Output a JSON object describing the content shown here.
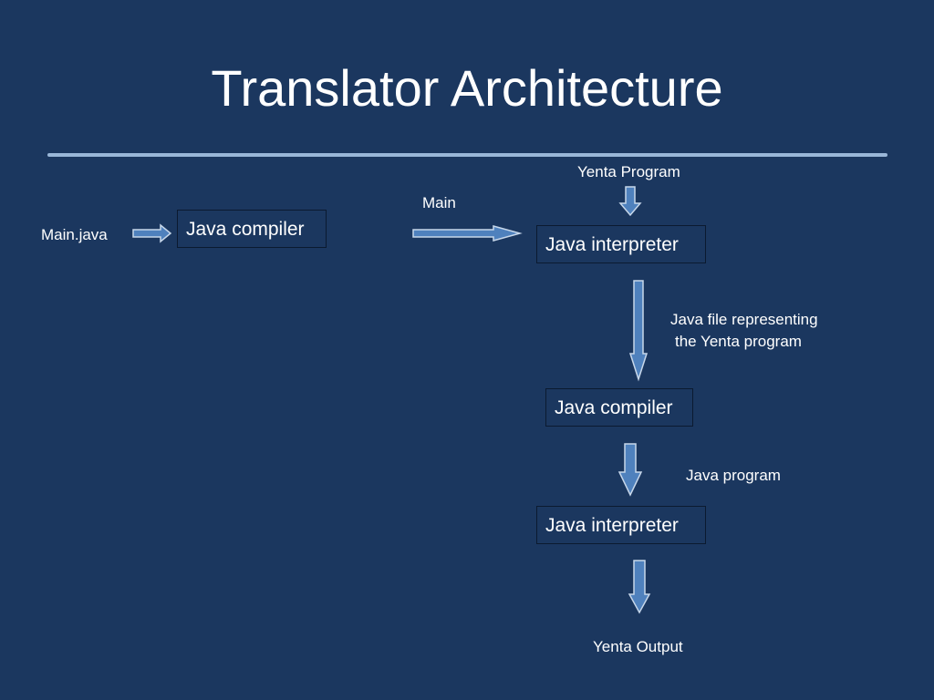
{
  "title": "Translator Architecture",
  "labels": {
    "yenta_program": "Yenta Program",
    "main": "Main",
    "main_java": "Main.java",
    "java_file_line1": "Java file representing",
    "java_file_line2": "the Yenta program",
    "java_program": "Java program",
    "yenta_output": "Yenta Output"
  },
  "boxes": {
    "compiler_left": "Java compiler",
    "interpreter_top": "Java interpreter",
    "compiler_mid": "Java compiler",
    "interpreter_bottom": "Java interpreter"
  },
  "colors": {
    "background": "#1b375f",
    "arrow_fill": "#4f81bd",
    "rule": "#9ab7d8",
    "text": "#ffffff"
  }
}
